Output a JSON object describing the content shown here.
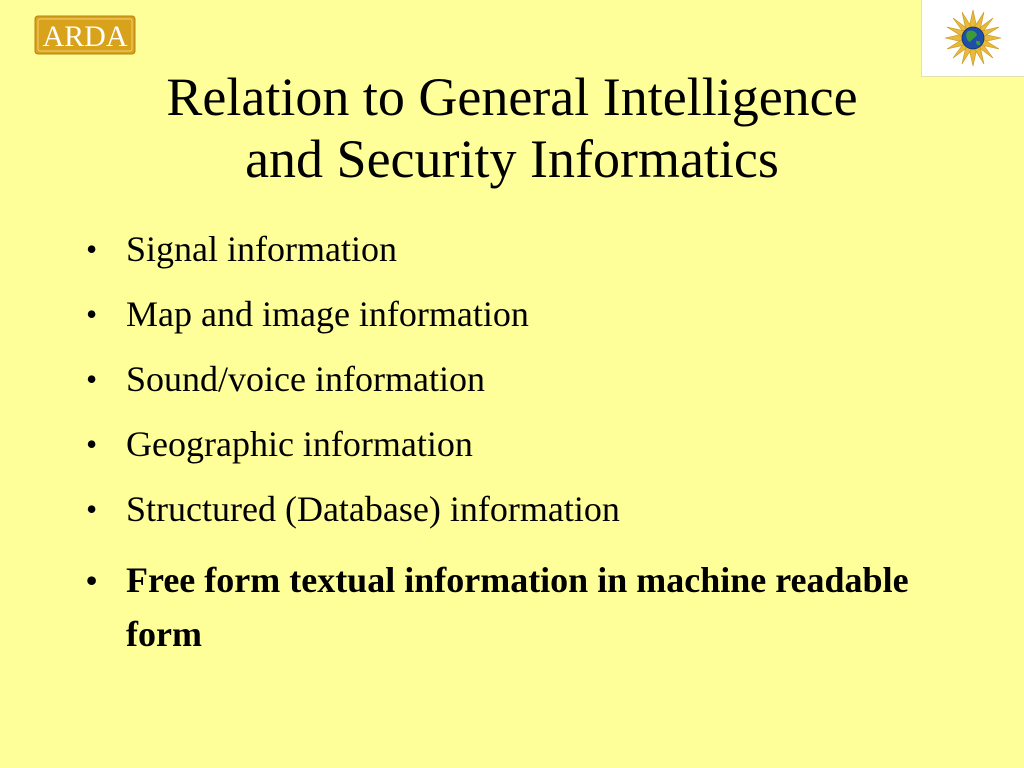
{
  "logos": {
    "left_text": "ARDA",
    "left_icon": "arda-logo",
    "right_icon": "globe-star-logo"
  },
  "title": {
    "line1": "Relation to General Intelligence",
    "line2": "and Security Informatics"
  },
  "bullets": [
    {
      "text": "Signal information",
      "bold": false
    },
    {
      "text": "Map and image information",
      "bold": false
    },
    {
      "text": "Sound/voice information",
      "bold": false
    },
    {
      "text": "Geographic information",
      "bold": false
    },
    {
      "text": "Structured (Database) information",
      "bold": false
    },
    {
      "text": "Free form textual information in machine readable form",
      "bold": true
    }
  ],
  "colors": {
    "background": "#ffff99",
    "text": "#000000",
    "logo_gold": "#d9a21b"
  }
}
